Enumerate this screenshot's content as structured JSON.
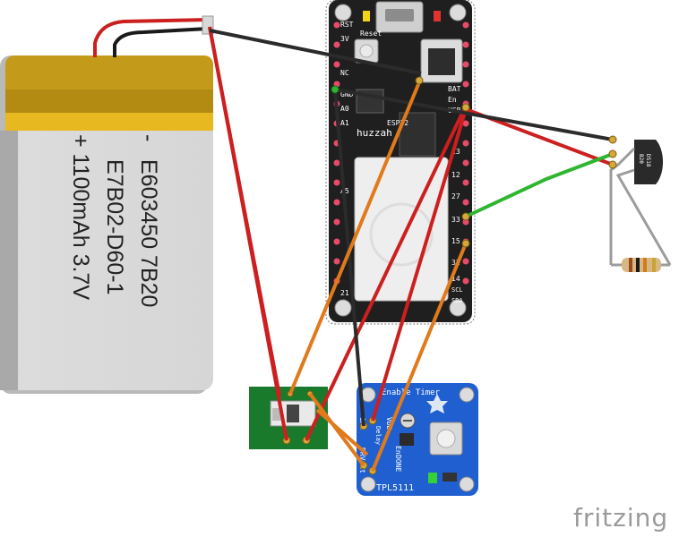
{
  "battery": {
    "polarity_minus": "-",
    "line1": "E603450 7B20",
    "line2": "E7B02-D60-1",
    "line3": "+ 1100mAh 3.7V"
  },
  "feather": {
    "label_huzzah": "huzzah",
    "label_esp32": "ESP32",
    "label_rst": "RST",
    "label_3v": "3V",
    "label_nc": "NC",
    "label_gnd": "GND",
    "label_a0": "A0",
    "label_a1": "A1",
    "label_reset": "Reset",
    "label_bat": "BAT",
    "label_en": "En",
    "label_usb": "USB",
    "label_13": "13",
    "label_12": "12",
    "label_27": "27",
    "label_33": "33",
    "label_15": "15",
    "label_32": "32",
    "label_14": "14",
    "label_scl": "SCL",
    "label_sda": "SDA",
    "label_a5": "A5",
    "label_21": "21"
  },
  "sensor": {
    "line1": "DS18",
    "line2": "B20"
  },
  "tpl5111": {
    "title": "Enable Timer",
    "name": "TPL5111",
    "pin_vdd": "VDD",
    "pin_gnd": "GND",
    "pin_delay": "Delay",
    "pin_en": "En",
    "pin_done": "DONE",
    "pin_drvout": "DRVout"
  },
  "watermark": {
    "text": "fritzing"
  },
  "colors": {
    "wire_red": "#cc1f1f",
    "wire_black": "#2b2b2b",
    "wire_orange": "#e07a1c",
    "wire_green": "#2fb52f",
    "wire_gray": "#9c9c9c",
    "feather_board": "#1f1f1f",
    "tpl_board": "#1f5fd0",
    "battery_gold": "#d9a91e"
  }
}
